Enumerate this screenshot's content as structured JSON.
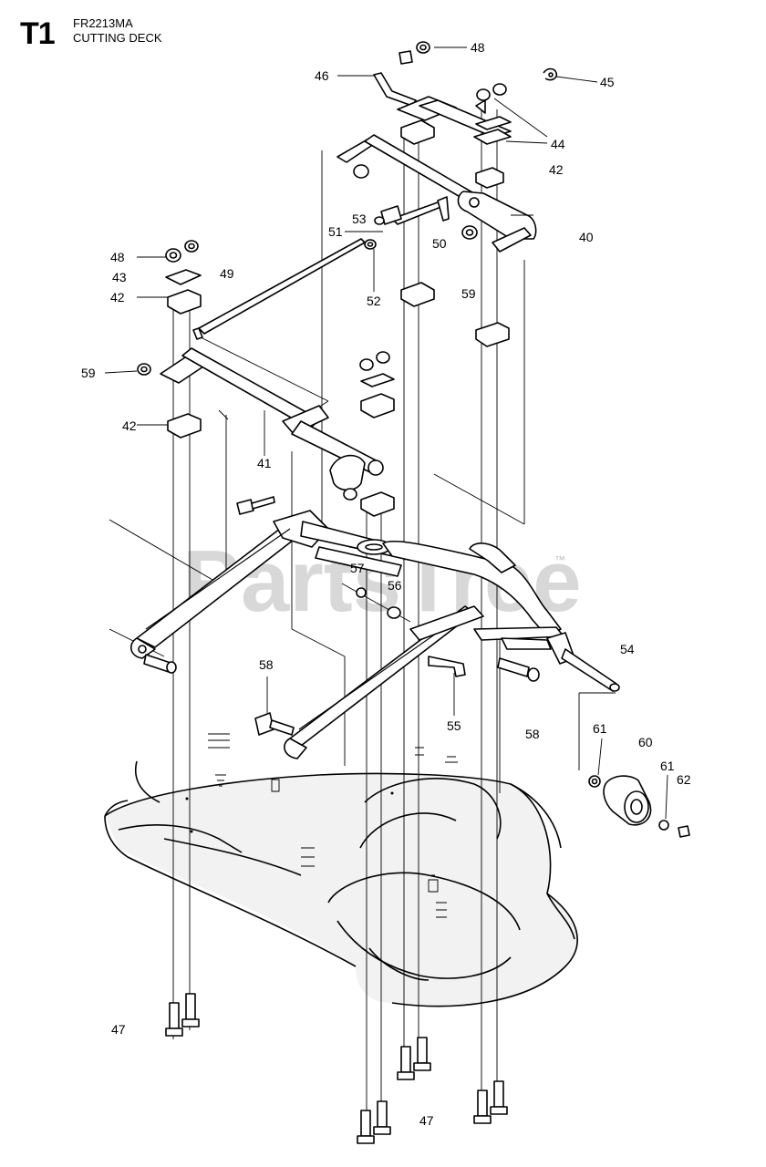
{
  "header": {
    "section_code": "T1",
    "model": "FR2213MA",
    "title": "CUTTING DECK"
  },
  "watermark": {
    "text": "PartsTree",
    "trademark": "™"
  },
  "callouts": {
    "c48a": "48",
    "c46": "46",
    "c45": "45",
    "c44": "44",
    "c42a": "42",
    "c40": "40",
    "c53": "53",
    "c51": "51",
    "c50": "50",
    "c48b": "48",
    "c43": "43",
    "c42b": "42",
    "c49": "49",
    "c52": "52",
    "c59a": "59",
    "c59b": "59",
    "c42c": "42",
    "c41": "41",
    "c57": "57",
    "c56": "56",
    "c54": "54",
    "c58a": "58",
    "c55": "55",
    "c58b": "58",
    "c61a": "61",
    "c60": "60",
    "c61b": "61",
    "c62": "62",
    "c47a": "47",
    "c47b": "47"
  }
}
